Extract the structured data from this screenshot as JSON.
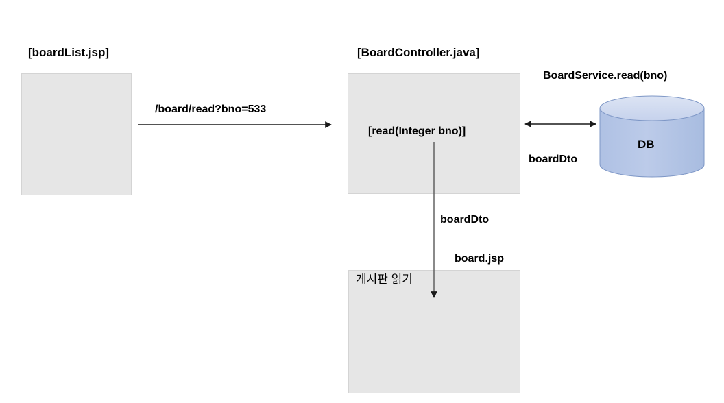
{
  "diagram": {
    "type": "flow-diagram",
    "background_color": "#FFFFFF",
    "box_fill_color": "#E6E6E6",
    "box_border_color": "#D4D4D4",
    "db_body_color": "#AEC1E3",
    "db_top_color": "#D3DDF0",
    "arrow_color": "#404040"
  },
  "nodes": {
    "boardlist": {
      "title": "[boardList.jsp]",
      "body": ""
    },
    "controller": {
      "title": "[BoardController.java]",
      "method": "[read(Integer bno)]"
    },
    "database": {
      "title": "BoardService.read(bno)",
      "label": "DB"
    },
    "boardjsp": {
      "title": "board.jsp",
      "body": "게시판 읽기"
    }
  },
  "edges": {
    "request": {
      "label": "/board/read?bno=533",
      "from": "boardlist",
      "to": "controller",
      "direction": "right"
    },
    "db_access": {
      "label": "boardDto",
      "from": "controller",
      "to": "database",
      "direction": "bidirectional"
    },
    "render": {
      "label": "boardDto",
      "from": "controller",
      "to": "boardjsp",
      "direction": "down"
    }
  }
}
